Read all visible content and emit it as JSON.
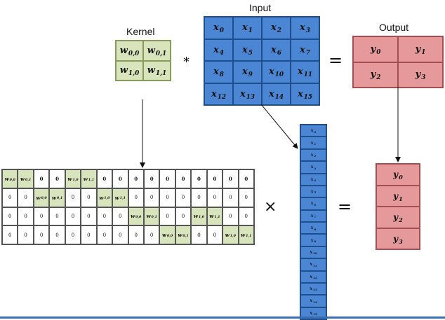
{
  "labels": {
    "kernel": "Kernel",
    "input": "Input",
    "output": "Output"
  },
  "operators": {
    "conv": "*",
    "equals": "=",
    "times": "×"
  },
  "kernel": [
    {
      "b": "w",
      "s": "0,0"
    },
    {
      "b": "w",
      "s": "0,1"
    },
    {
      "b": "w",
      "s": "1,0"
    },
    {
      "b": "w",
      "s": "1,1"
    }
  ],
  "input": [
    {
      "b": "x",
      "s": "0"
    },
    {
      "b": "x",
      "s": "1"
    },
    {
      "b": "x",
      "s": "2"
    },
    {
      "b": "x",
      "s": "3"
    },
    {
      "b": "x",
      "s": "4"
    },
    {
      "b": "x",
      "s": "5"
    },
    {
      "b": "x",
      "s": "6"
    },
    {
      "b": "x",
      "s": "7"
    },
    {
      "b": "x",
      "s": "8"
    },
    {
      "b": "x",
      "s": "9"
    },
    {
      "b": "x",
      "s": "10"
    },
    {
      "b": "x",
      "s": "11"
    },
    {
      "b": "x",
      "s": "12"
    },
    {
      "b": "x",
      "s": "13"
    },
    {
      "b": "x",
      "s": "14"
    },
    {
      "b": "x",
      "s": "15"
    }
  ],
  "output": [
    {
      "b": "y",
      "s": "0"
    },
    {
      "b": "y",
      "s": "1"
    },
    {
      "b": "y",
      "s": "2"
    },
    {
      "b": "y",
      "s": "3"
    }
  ],
  "matrix": [
    [
      "w0,0",
      "w0,1",
      "0",
      "0",
      "w1,0",
      "w1,1",
      "0",
      "0",
      "0",
      "0",
      "0",
      "0",
      "0",
      "0",
      "0",
      "0"
    ],
    [
      "0",
      "0",
      "w0,0",
      "w0,1",
      "0",
      "0",
      "w1,0",
      "w1,1",
      "0",
      "0",
      "0",
      "0",
      "0",
      "0",
      "0",
      "0"
    ],
    [
      "0",
      "0",
      "0",
      "0",
      "0",
      "0",
      "0",
      "0",
      "w0,0",
      "w0,1",
      "0",
      "0",
      "w1,0",
      "w1,1",
      "0",
      "0"
    ],
    [
      "0",
      "0",
      "0",
      "0",
      "0",
      "0",
      "0",
      "0",
      "0",
      "0",
      "w0,0",
      "w0,1",
      "0",
      "0",
      "w1,0",
      "w1,1"
    ]
  ],
  "input_vector": [
    "0",
    "1",
    "2",
    "3",
    "4",
    "5",
    "6",
    "7",
    "8",
    "9",
    "10",
    "11",
    "12",
    "13",
    "14",
    "15"
  ],
  "output_vector": [
    "0",
    "1",
    "2",
    "3"
  ]
}
